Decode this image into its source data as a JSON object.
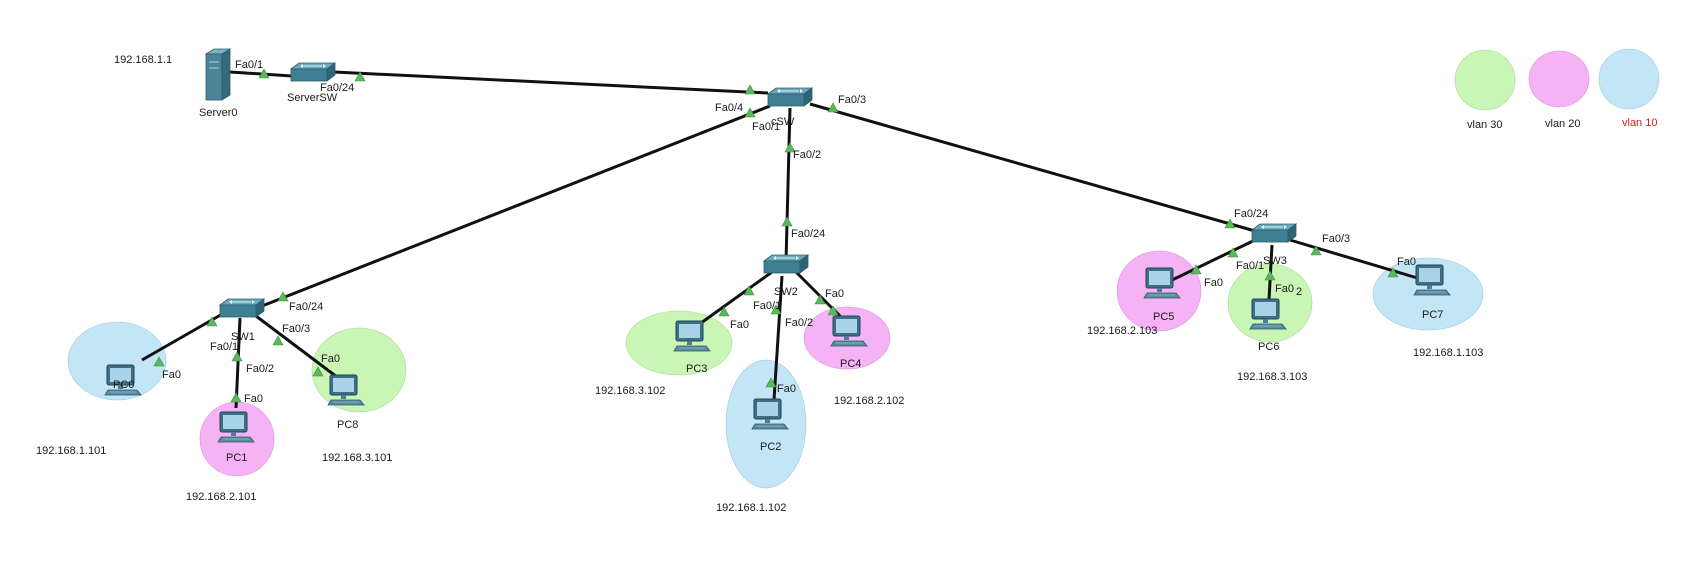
{
  "colors": {
    "vlan10": "#c3e6f7",
    "vlan20": "#f5b3f5",
    "vlan30": "#c9f5b5",
    "link": "#111111",
    "port_up": "#5cb85c",
    "legend_red": "#d21f1f"
  },
  "devices": {
    "server0": {
      "name": "Server0",
      "ip": "192.168.1.1"
    },
    "serversw": {
      "name": "ServerSW"
    },
    "csw": {
      "name": "cSW"
    },
    "sw1": {
      "name": "SW1"
    },
    "sw2": {
      "name": "SW2"
    },
    "sw3": {
      "name": "SW3"
    },
    "pc0": {
      "name": "PC0",
      "ip": "192.168.1.101"
    },
    "pc1": {
      "name": "PC1",
      "ip": "192.168.2.101"
    },
    "pc8": {
      "name": "PC8",
      "ip": "192.168.3.101"
    },
    "pc3": {
      "name": "PC3",
      "ip": "192.168.3.102"
    },
    "pc2": {
      "name": "PC2",
      "ip": "192.168.1.102"
    },
    "pc4": {
      "name": "PC4",
      "ip": "192.168.2.102"
    },
    "pc5": {
      "name": "PC5",
      "ip": "192.168.2.103"
    },
    "pc6": {
      "name": "PC6",
      "ip": "192.168.3.103"
    },
    "pc7": {
      "name": "PC7",
      "ip": "192.168.1.103"
    }
  },
  "ports": {
    "server0_fa01": "Fa0/1",
    "serversw_fa024": "Fa0/24",
    "csw_fa04": "Fa0/4",
    "csw_fa03": "Fa0/3",
    "csw_fa01": "Fa0/1",
    "csw_fa02": "Fa0/2",
    "sw1_fa024": "Fa0/24",
    "sw1_fa01": "Fa0/1",
    "sw1_fa02": "Fa0/2",
    "sw1_fa03": "Fa0/3",
    "pc0_fa0": "Fa0",
    "pc1_fa0": "Fa0",
    "pc8_fa0": "Fa0",
    "sw2_fa024": "Fa0/24",
    "sw2_fa01": "Fa0/1",
    "sw2_fa02": "Fa0/2",
    "pc3_fa0": "Fa0",
    "pc2_fa0": "Fa0",
    "pc4_fa0": "Fa0",
    "sw3_fa024": "Fa0/24",
    "sw3_fa01": "Fa0/1",
    "sw3_fa02_partial": "2",
    "sw3_fa03": "Fa0/3",
    "pc5_fa0": "Fa0",
    "pc6_fa0": "Fa0",
    "pc7_fa0": "Fa0"
  },
  "legend": {
    "vlan30": "vlan 30",
    "vlan20": "vlan 20",
    "vlan10": "vlan 10"
  }
}
